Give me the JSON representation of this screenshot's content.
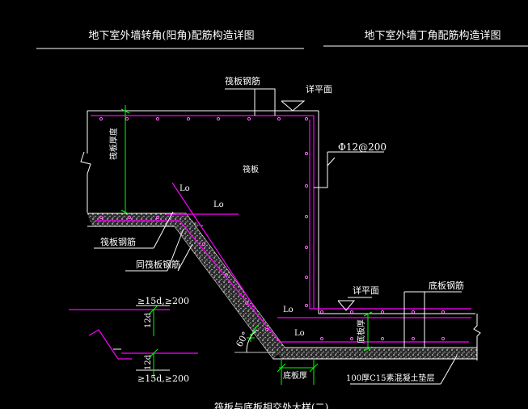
{
  "titles": {
    "left": "地下室外墙转角(阳角)配筋构造详图",
    "right": "地下室外墙丁角配筋构造详图"
  },
  "labels": {
    "raft_bar_top": "筏板钢筋",
    "detail_face_top": "详平面",
    "bar_spec": "Φ12@200",
    "raft_thickness": "筏板厚度",
    "raft": "筏板",
    "lo_upper": "Lo",
    "lo_mid": "Lo",
    "raft_bar_left": "筏板钢筋",
    "same_raft_bar": "同筏板钢筋",
    "detail_face_bottom": "详平面",
    "bottom_slab_bar": "底板钢筋",
    "bottom_slab_thickness": "底板厚",
    "lo_lower": "Lo",
    "angle": "60°",
    "bottom_slab_thickness_dim": "底板厚",
    "cushion": "100厚C15素混凝土垫层",
    "anchor_top": "≥15d,≥200",
    "twelve_d_top": "12d",
    "twelve_d_bottom": "12d",
    "anchor_bottom": "≥15d,≥200",
    "bottom_caption": "筏板与底板相交处大样(二)"
  },
  "colors": {
    "background": "#000000",
    "rebar": "#ff00ff",
    "leader": "#ffffff",
    "dimension": "#00ff00",
    "concrete": "#c8c8c8"
  }
}
